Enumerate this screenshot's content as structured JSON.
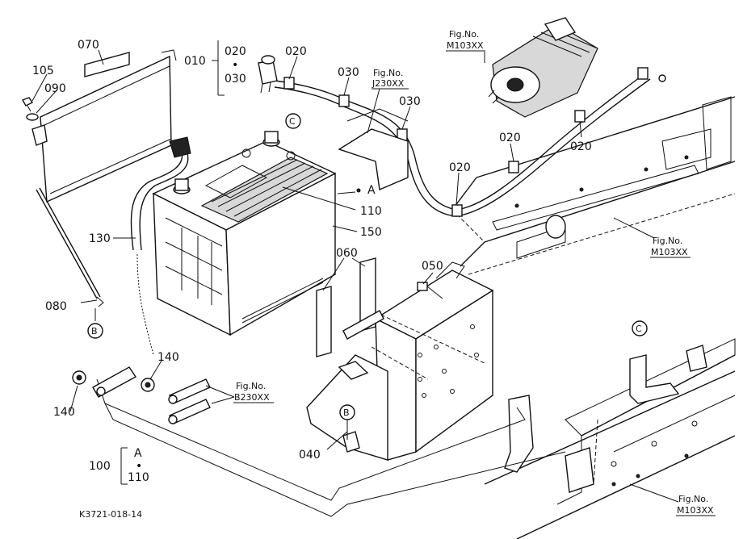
{
  "diagram_code": "K3721-018-14",
  "part_labels": {
    "p070": "070",
    "p105": "105",
    "p090": "090",
    "p010": "010",
    "p020a": "020",
    "p030a": "030",
    "p020b": "020",
    "p030b": "030",
    "p030c": "030",
    "p020c": "020",
    "p020d": "020",
    "p020e": "020",
    "p130": "130",
    "p080": "080",
    "p110": "110",
    "p150": "150",
    "p060": "060",
    "p050": "050",
    "p140a": "140",
    "p140b": "140",
    "p040": "040",
    "p100": "100",
    "p100a": "A",
    "p100b": "110",
    "pA": "A"
  },
  "callouts": {
    "c_top": "C",
    "c_right": "C",
    "b_left": "B",
    "b_center": "B",
    "dot": "•"
  },
  "fig_refs": {
    "j230": {
      "label": "Fig.No.",
      "code": "J230XX"
    },
    "m103_top": {
      "label": "Fig.No.",
      "code": "M103XX"
    },
    "m103_mid": {
      "label": "Fig.No.",
      "code": "M103XX"
    },
    "m103_bot": {
      "label": "Fig.No.",
      "code": "M103XX"
    },
    "b230": {
      "label": "Fig.No.",
      "code": "B230XX"
    }
  }
}
